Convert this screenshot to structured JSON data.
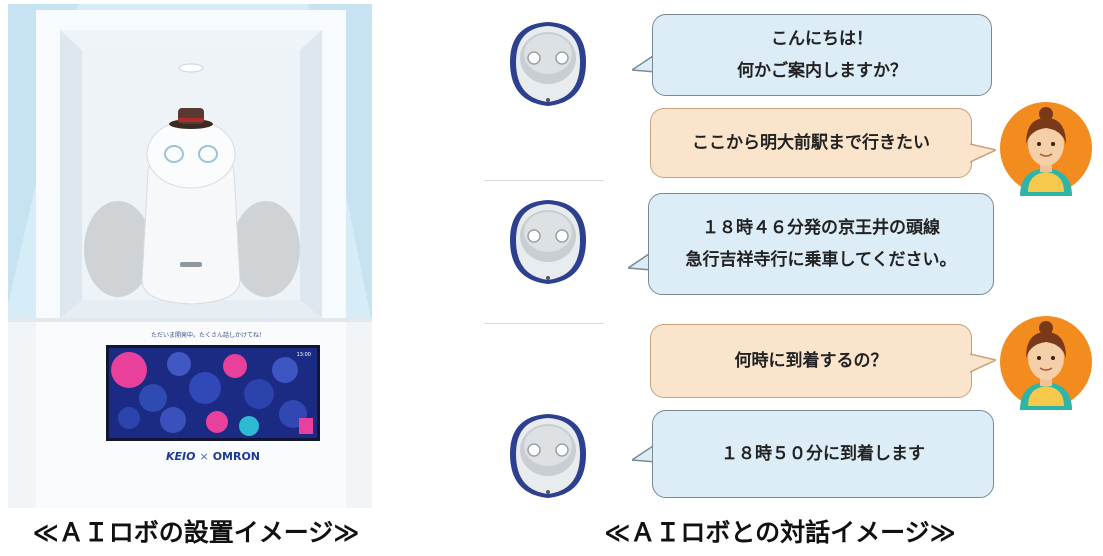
{
  "installation_photo": {
    "kiosk_headline": "ただいま開発中。たくさん話しかけてね！",
    "screen_time": "13:00",
    "logos": {
      "keio": "KEIO",
      "separator": "×",
      "omron": "OMRON"
    }
  },
  "captions": {
    "left": "≪ＡＩロボの設置イメージ≫",
    "right": "≪ＡＩロボとの対話イメージ≫"
  },
  "dialogue": {
    "messages": [
      {
        "speaker": "robot",
        "lines": [
          "こんにちは！",
          "何かご案内しますか？"
        ]
      },
      {
        "speaker": "user",
        "lines": [
          "ここから明大前駅まで行きたい"
        ]
      },
      {
        "speaker": "robot",
        "lines": [
          "１８時４６分発の京王井の頭線",
          "急行吉祥寺行に乗車してください。"
        ]
      },
      {
        "speaker": "user",
        "lines": [
          "何時に到着するの？"
        ]
      },
      {
        "speaker": "robot",
        "lines": [
          "１８時５０分に到着します"
        ]
      }
    ]
  },
  "colors": {
    "robot_bubble": "#dcedf7",
    "user_bubble": "#fbe4cc",
    "kiosk_background": "#d9edf6",
    "screen_navy": "#1b2a82",
    "screen_pink": "#e9409b",
    "avatar_orange": "#f28c1e"
  }
}
